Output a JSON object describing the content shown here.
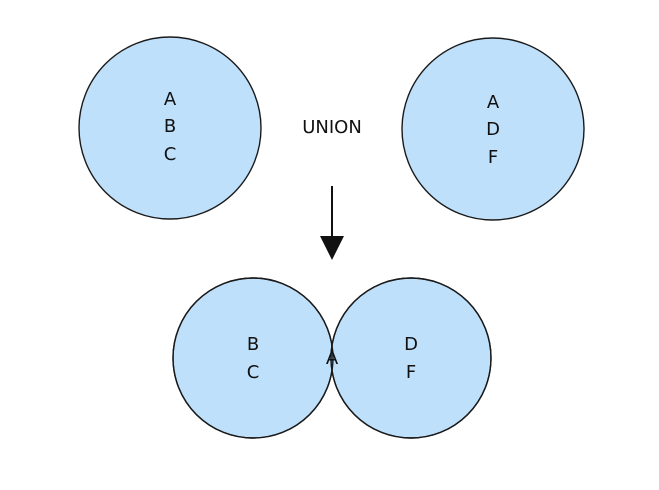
{
  "operation_label": "UNION",
  "colors": {
    "circle_fill": "#bfe0fb",
    "overlap_fill": "#66b3f9",
    "stroke": "#1a1a1a",
    "text": "#111111"
  },
  "set_a": {
    "items": [
      "A",
      "B",
      "C"
    ]
  },
  "set_b": {
    "items": [
      "A",
      "D",
      "F"
    ]
  },
  "result": {
    "left_only": [
      "B",
      "C"
    ],
    "overlap": [
      "A"
    ],
    "right_only": [
      "D",
      "F"
    ]
  }
}
